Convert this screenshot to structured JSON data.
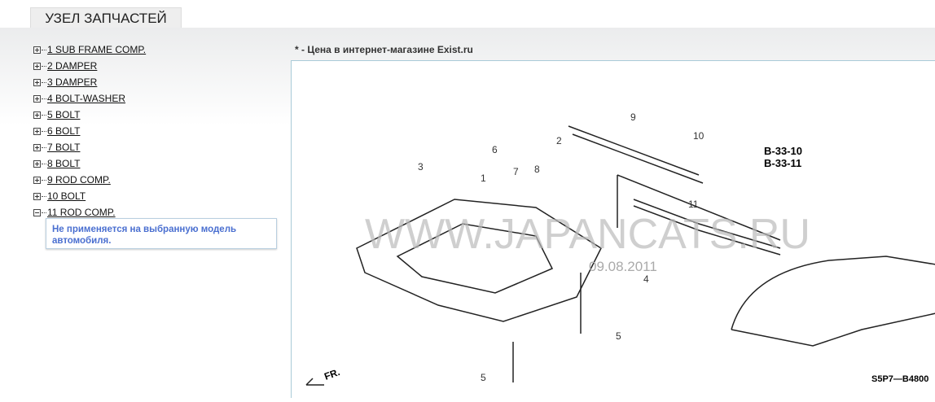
{
  "tab": {
    "title": "УЗЕЛ ЗАПЧАСТЕЙ"
  },
  "tree": [
    {
      "label": "1 SUB FRAME COMP.",
      "expanded": false
    },
    {
      "label": "2 DAMPER",
      "expanded": false
    },
    {
      "label": "3 DAMPER",
      "expanded": false
    },
    {
      "label": "4 BOLT-WASHER",
      "expanded": false
    },
    {
      "label": "5 BOLT",
      "expanded": false
    },
    {
      "label": "6 BOLT",
      "expanded": false
    },
    {
      "label": "7 BOLT",
      "expanded": false
    },
    {
      "label": "8 BOLT",
      "expanded": false
    },
    {
      "label": "9 ROD COMP.",
      "expanded": false
    },
    {
      "label": "10 BOLT",
      "expanded": false
    },
    {
      "label": "11 ROD COMP.",
      "expanded": true
    }
  ],
  "note": "Не применяется на выбранную модель автомобиля.",
  "price_note": "* - Цена в интернет-магазине Exist.ru",
  "diagram": {
    "callouts": [
      "1",
      "2",
      "3",
      "4",
      "5",
      "6",
      "7",
      "8",
      "9",
      "10",
      "11"
    ],
    "ref1": "B-33-10",
    "ref2": "B-33-11",
    "front": "FR.",
    "code": "S5P7—B4800",
    "watermark": "WWW.JAPANCATS.RU",
    "date": "09.08.2011"
  }
}
